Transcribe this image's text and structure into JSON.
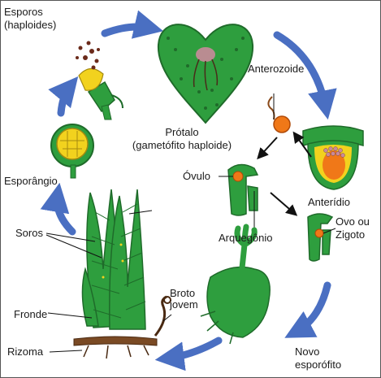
{
  "labels": {
    "esporos_line1": "Esporos",
    "esporos_line2": "(haploides)",
    "anterozoide": "Anterozoide",
    "protalo_line1": "Prótalo",
    "protalo_line2": "(gametófito haploide)",
    "anteridio": "Anterídio",
    "ovulo": "Óvulo",
    "esporangio": "Esporângio",
    "arquegonio": "Arquegônio",
    "ovo_line1": "Ovo ou",
    "ovo_line2": "Zigoto",
    "soros": "Soros",
    "broto_line1": "Broto",
    "broto_line2": "jovem",
    "fronde": "Fronde",
    "rizoma": "Rizoma",
    "novo_line1": "Novo",
    "novo_line2": "esporófito"
  },
  "colors": {
    "cycle_arrow": "#4a6fc2",
    "plant_green": "#2e9e3e",
    "dark_green": "#1f6b2a",
    "sporangium_yellow": "#f2d21e",
    "egg_orange": "#f07818",
    "stem_brown": "#7a4a24"
  }
}
